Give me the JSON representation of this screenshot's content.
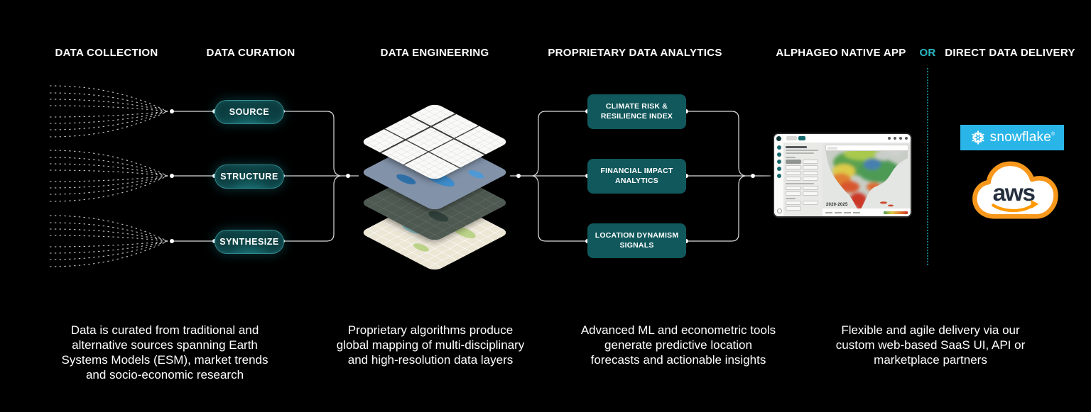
{
  "headers": {
    "collection": "DATA COLLECTION",
    "curation": "DATA CURATION",
    "engineering": "DATA ENGINEERING",
    "analytics": "PROPRIETARY DATA ANALYTICS",
    "native_app": "ALPHAGEO NATIVE APP",
    "or": "OR",
    "delivery": "DIRECT DATA DELIVERY"
  },
  "curation_pills": [
    {
      "label": "SOURCE"
    },
    {
      "label": "STRUCTURE"
    },
    {
      "label": "SYNTHESIZE"
    }
  ],
  "analytics_boxes": [
    {
      "lines": [
        "CLIMATE RISK &",
        "RESILIENCE INDEX"
      ]
    },
    {
      "lines": [
        "FINANCIAL IMPACT",
        "ANALYTICS"
      ]
    },
    {
      "lines": [
        "LOCATION DYNAMISM",
        "SIGNALS"
      ]
    }
  ],
  "app_preview": {
    "timeline": "2020-2025"
  },
  "logos": {
    "snowflake": {
      "label": "snowflake",
      "registered": "®",
      "bg": "#29B5E8"
    },
    "aws": {
      "label": "aws",
      "smile_color": "#FF9900",
      "text_color": "#252F3E",
      "cloud_outline": "#F7981D"
    }
  },
  "captions": [
    [
      "Data is curated from traditional and",
      "alternative sources spanning Earth",
      "Systems Models (ESM), market trends",
      "and socio-economic research"
    ],
    [
      "Proprietary algorithms produce",
      "global mapping of multi-disciplinary",
      "and high-resolution data layers"
    ],
    [
      "Advanced ML and econometric tools",
      "generate predictive location",
      "forecasts and actionable insights"
    ],
    [
      "Flexible and agile delivery via our",
      "custom web-based SaaS UI, API or",
      "marketplace partners"
    ]
  ],
  "colors": {
    "background": "#000000",
    "accent_teal": "#2BB9C6",
    "box_teal": "#11585C",
    "wire": "#DCDCDC",
    "divider_teal": "#15787E"
  }
}
